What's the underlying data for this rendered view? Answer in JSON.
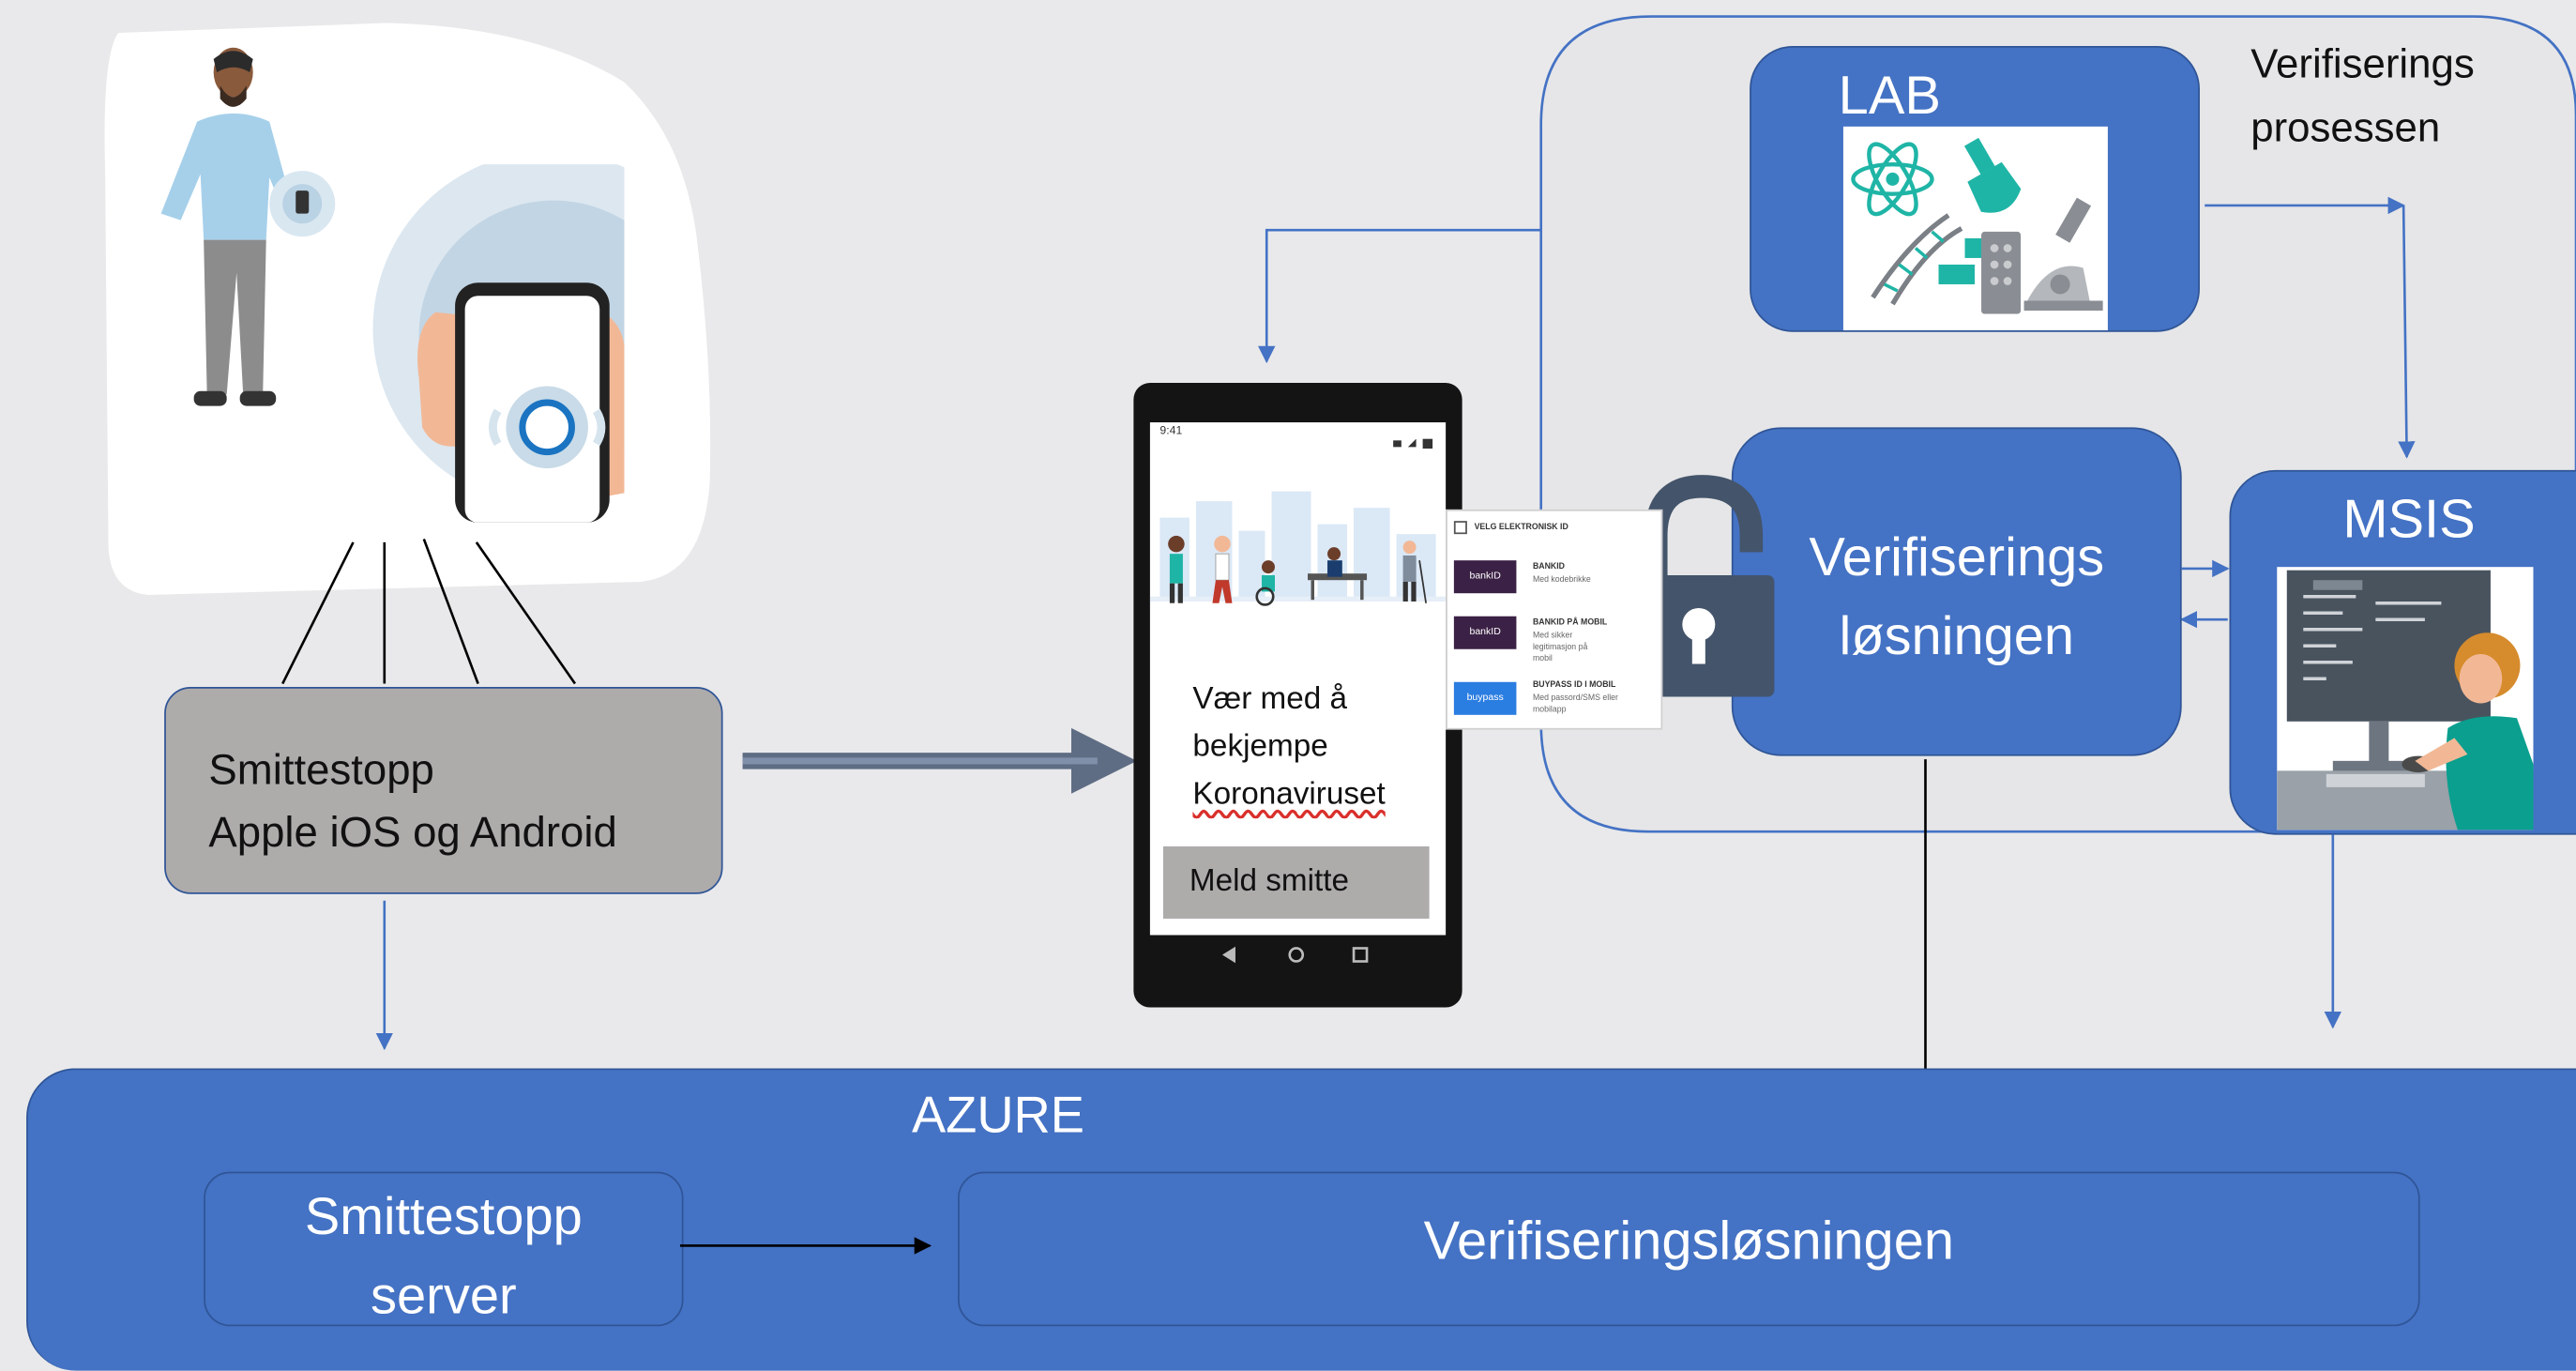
{
  "verification_process_label_line1": "Verifiserings",
  "verification_process_label_line2": "prosessen",
  "lab_label": "LAB",
  "msis_label": "MSIS",
  "verification_solution_line1": "Verifiserings",
  "verification_solution_line2": "løsningen",
  "app_box_line1": "Smittestopp",
  "app_box_line2": "Apple iOS og Android",
  "phone": {
    "status_time": "9:41",
    "headline_line1": "Vær med å",
    "headline_line2": "bekjempe",
    "headline_line3": "Koronaviruset",
    "button": "Meld smitte"
  },
  "eid_panel": {
    "title": "VELG ELEKTRONISK ID",
    "options": [
      {
        "logo": "bankID",
        "name": "BANKID",
        "desc": "Med kodebrikke"
      },
      {
        "logo": "bankID",
        "name": "BANKID PÅ MOBIL",
        "desc": "Med sikker legitimasjon på mobil"
      },
      {
        "logo": "buypass",
        "name": "BUYPASS ID I MOBIL",
        "desc": "Med passord/SMS eller mobilapp"
      }
    ]
  },
  "azure": {
    "label": "AZURE",
    "server_line1": "Smittestopp",
    "server_line2": "server",
    "solution": "Verifiseringsløsningen"
  },
  "colors": {
    "background": "#e9e9eb",
    "blue": "#4472c4",
    "gray_box": "#aeabab",
    "teal": "#1fb5a6"
  }
}
